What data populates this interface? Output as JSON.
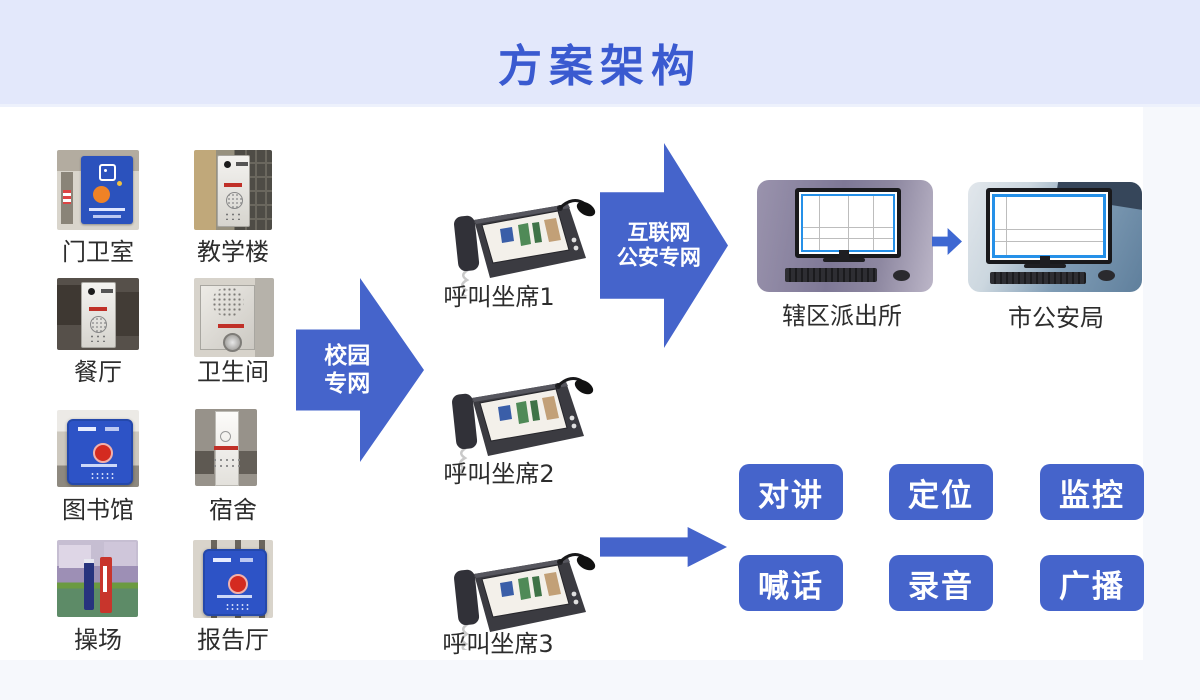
{
  "header": {
    "title": "方案架构"
  },
  "locations": [
    {
      "label": "门卫室"
    },
    {
      "label": "教学楼"
    },
    {
      "label": "餐厅"
    },
    {
      "label": "卫生间"
    },
    {
      "label": "图书馆"
    },
    {
      "label": "宿舍"
    },
    {
      "label": "操场"
    },
    {
      "label": "报告厅"
    }
  ],
  "arrows": {
    "campus": {
      "line1": "校园",
      "line2": "专网"
    },
    "police": {
      "line1": "互联网",
      "line2": "公安专网"
    }
  },
  "call_seats": [
    {
      "label": "呼叫坐席1"
    },
    {
      "label": "呼叫坐席2"
    },
    {
      "label": "呼叫坐席3"
    }
  ],
  "command_centers": [
    {
      "label": "辖区派出所"
    },
    {
      "label": "市公安局"
    }
  ],
  "features": [
    {
      "label": "对讲"
    },
    {
      "label": "定位"
    },
    {
      "label": "监控"
    },
    {
      "label": "喊话"
    },
    {
      "label": "录音"
    },
    {
      "label": "广播"
    }
  ],
  "colors": {
    "accent": "#4564cb",
    "banner": "#e3e8fb",
    "title_blue": "#3a5ad0",
    "page_bg": "#f6f8fc"
  }
}
